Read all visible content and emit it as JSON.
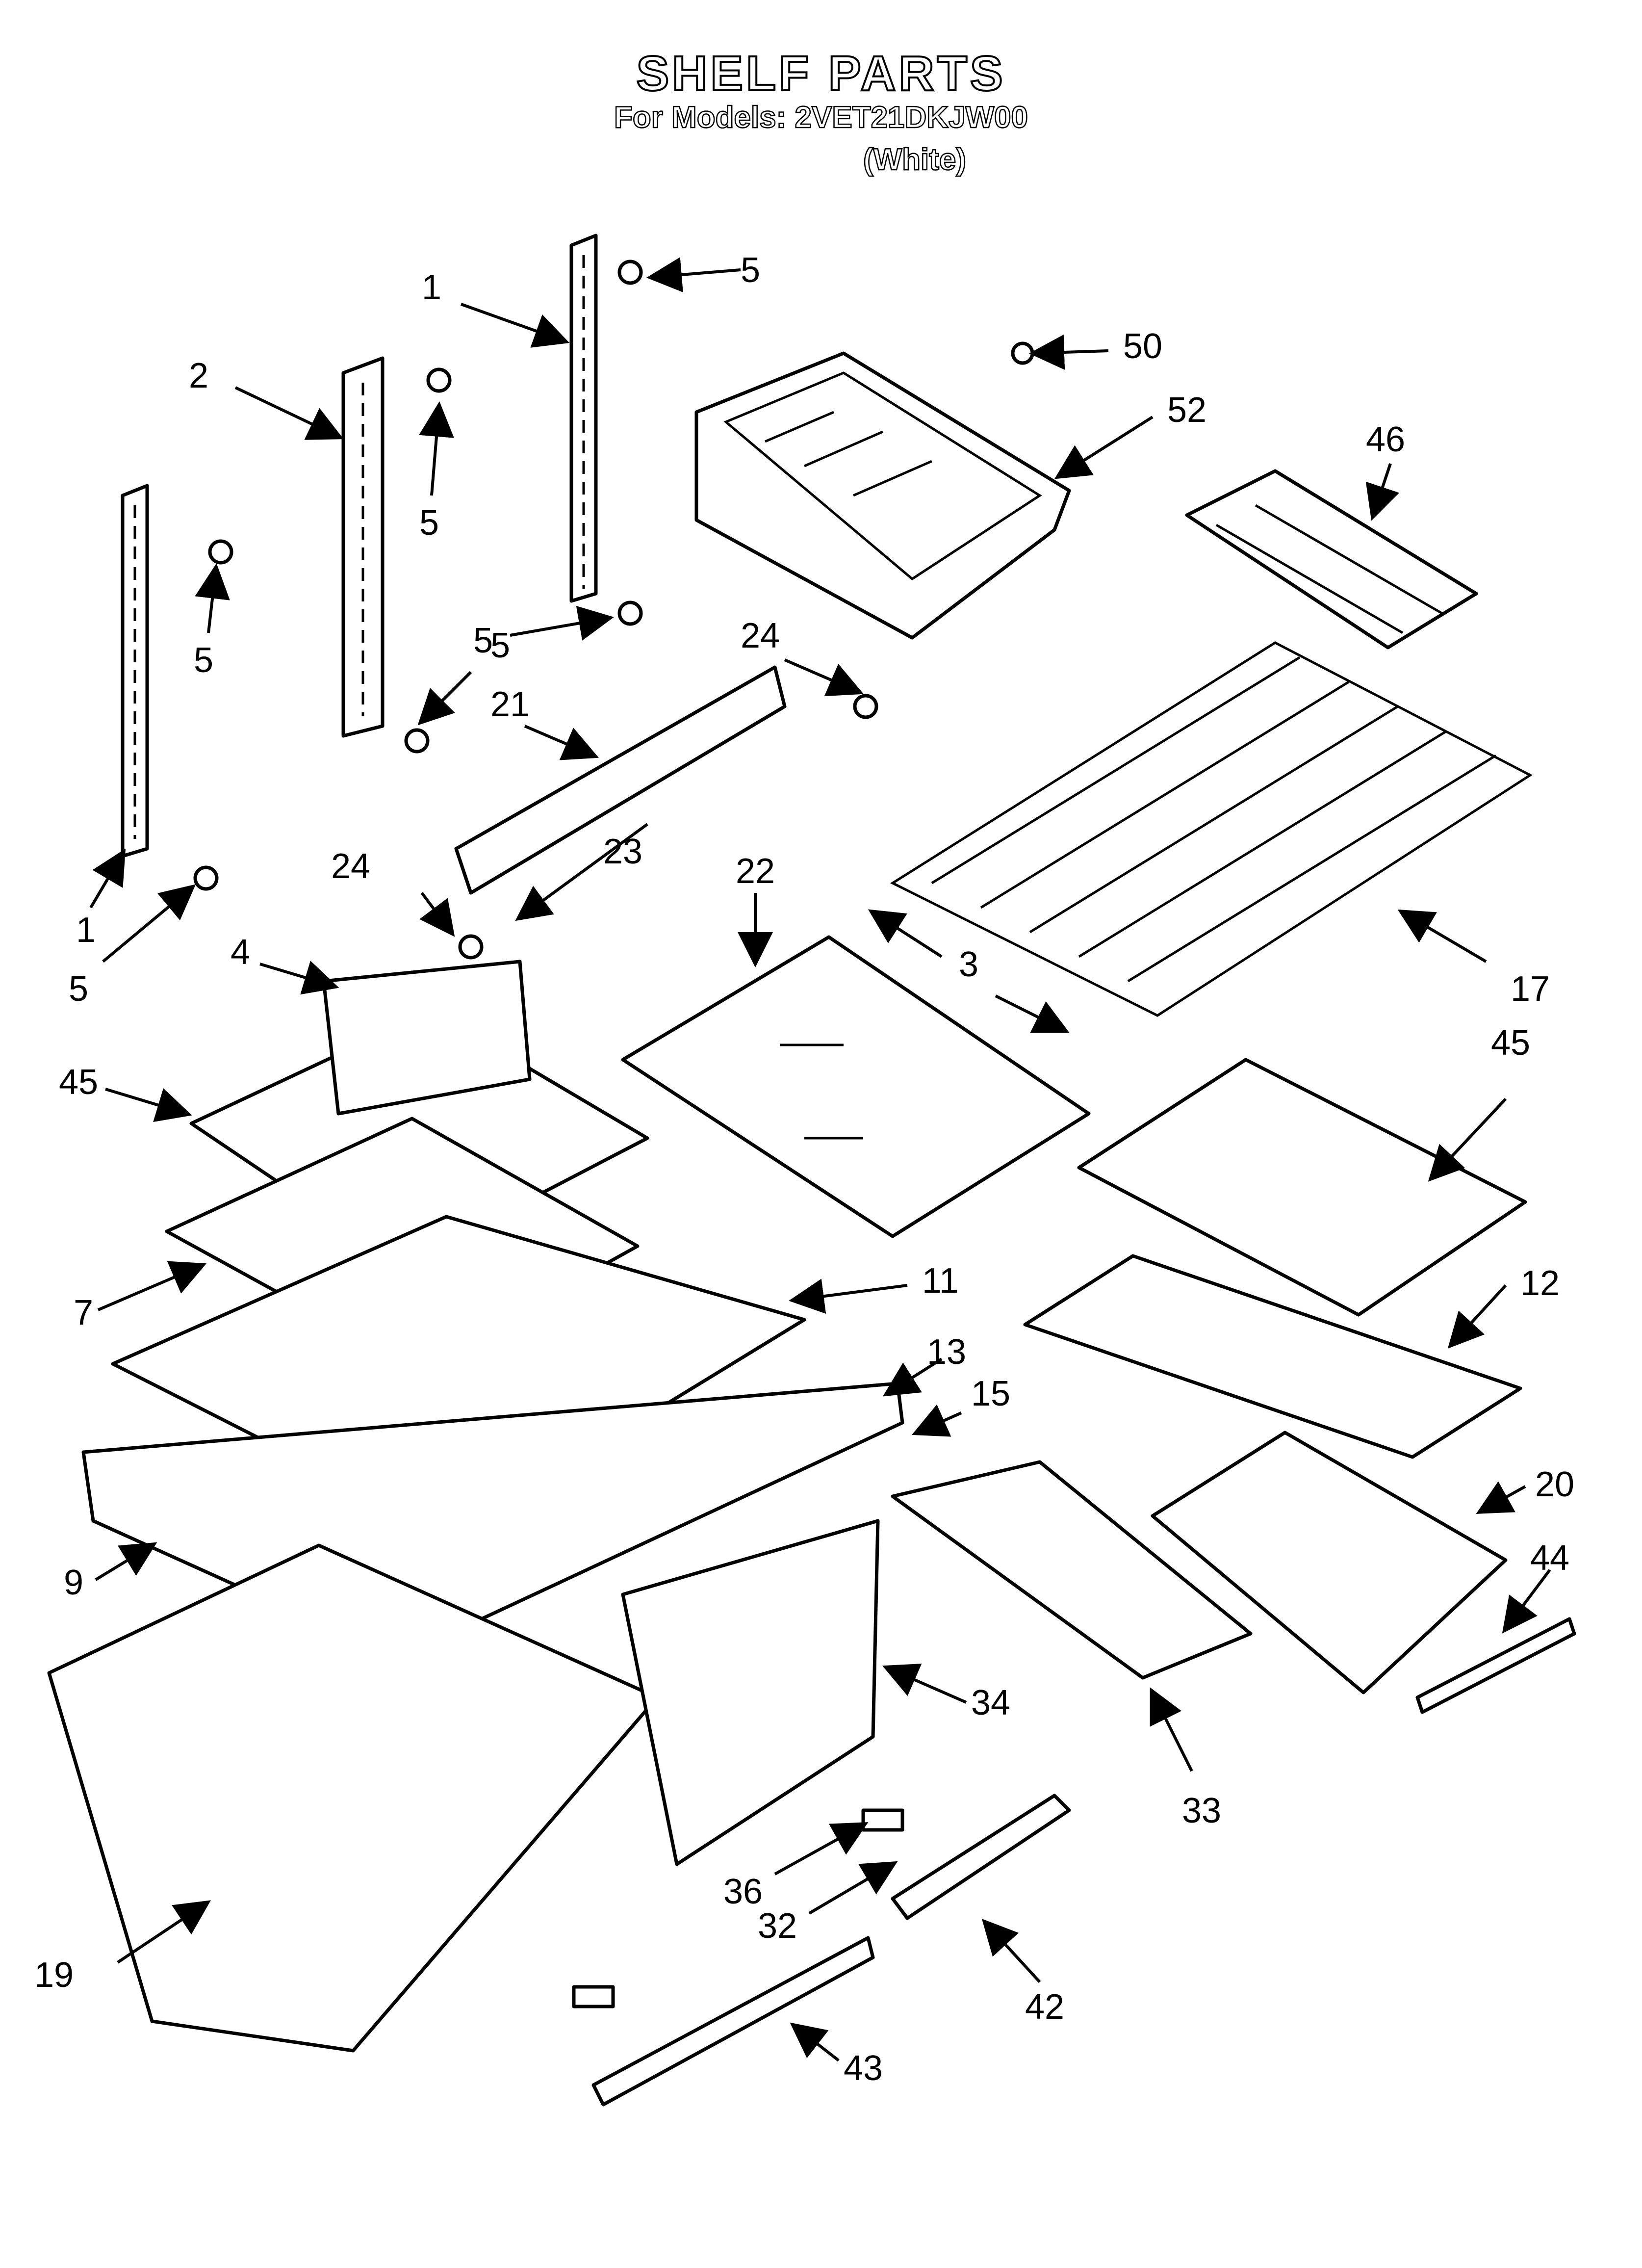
{
  "title": "SHELF PARTS",
  "models_line": "For Models: 2VET21DKJW00",
  "color_note": "(White)",
  "callouts": [
    "1",
    "2",
    "5",
    "5",
    "5",
    "1",
    "5",
    "5",
    "5",
    "50",
    "52",
    "46",
    "24",
    "21",
    "23",
    "24",
    "4",
    "22",
    "3",
    "3",
    "17",
    "45",
    "45",
    "7",
    "11",
    "12",
    "13",
    "15",
    "9",
    "20",
    "44",
    "34",
    "33",
    "36",
    "32",
    "42",
    "19",
    "43"
  ],
  "leader_color": "#000000"
}
